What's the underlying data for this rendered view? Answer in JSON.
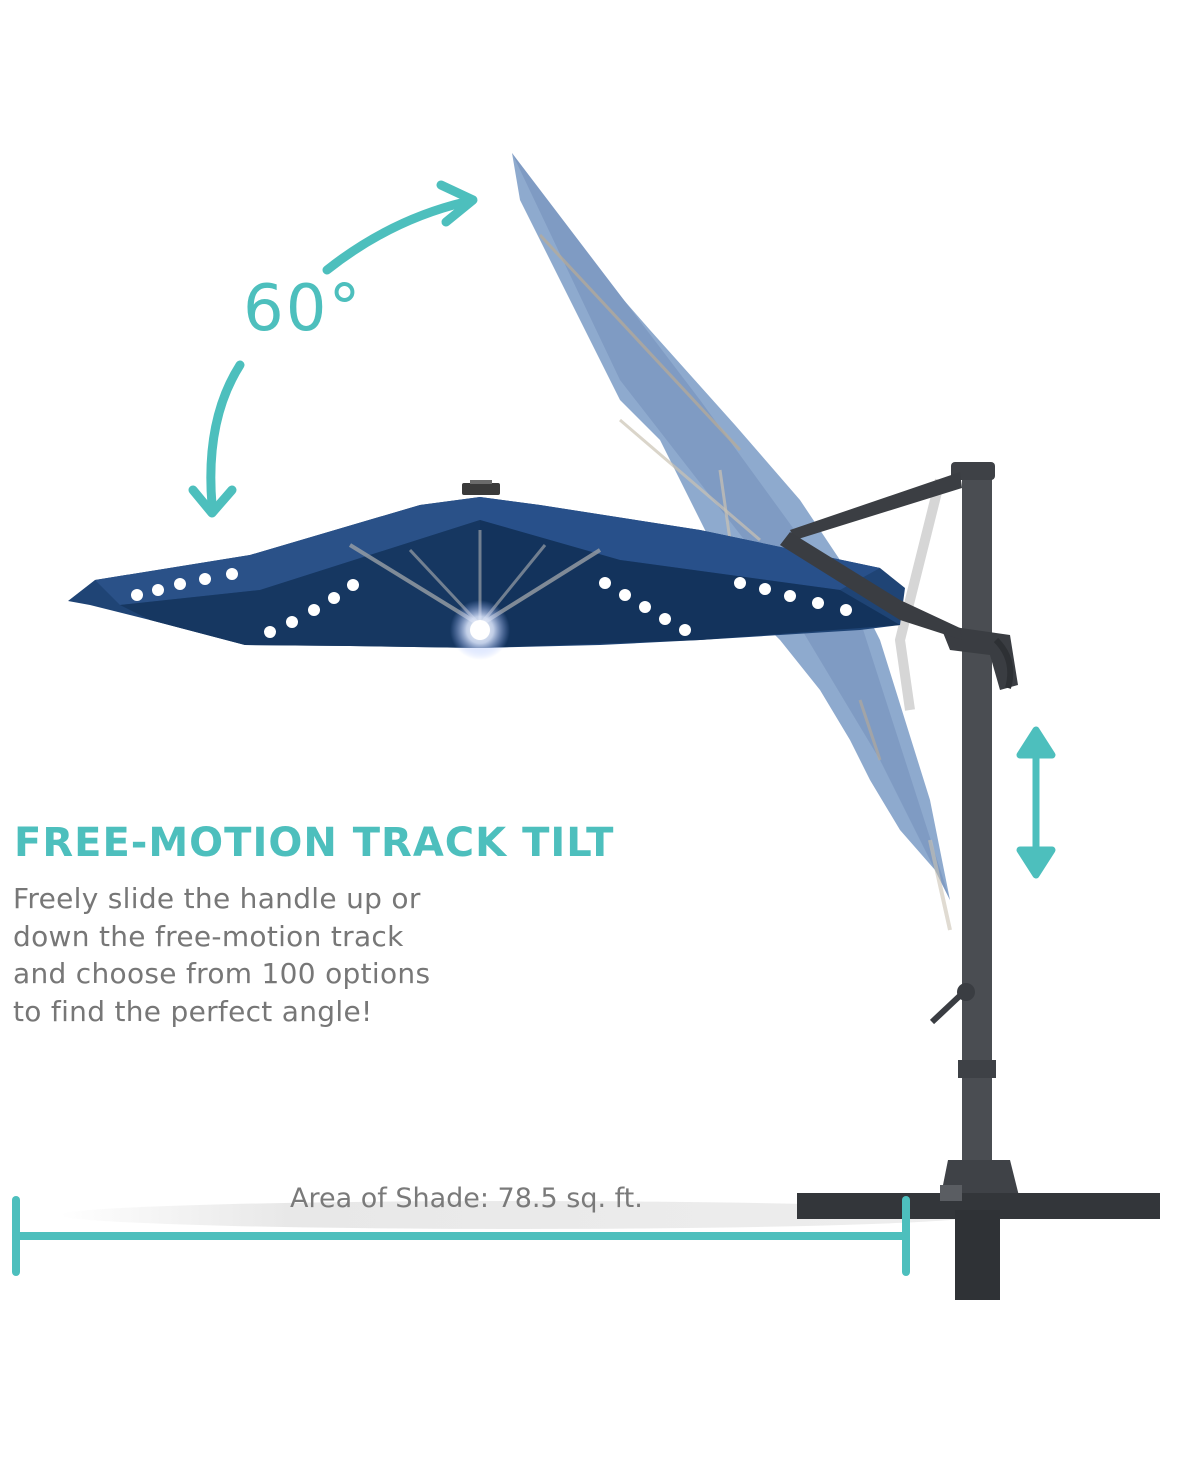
{
  "colors": {
    "accent": "#4dbfbd",
    "canopy_navy": "#1d3f6e",
    "canopy_tilted": "#7f9fc6",
    "pole": "#4a4d52",
    "text_gray": "#777777"
  },
  "angle_label": "60°",
  "headline": "FREE-MOTION TRACK TILT",
  "description_lines": [
    "Freely slide the handle up or",
    "down the free-motion track",
    "and choose from 100 options",
    "to find the perfect angle!"
  ],
  "shade_label": "Area of Shade: 78.5 sq. ft.",
  "icons": {
    "rotation": "curved-double-arrow-icon",
    "vertical": "vertical-double-arrow-icon",
    "measure": "shade-width-measure-icon"
  }
}
